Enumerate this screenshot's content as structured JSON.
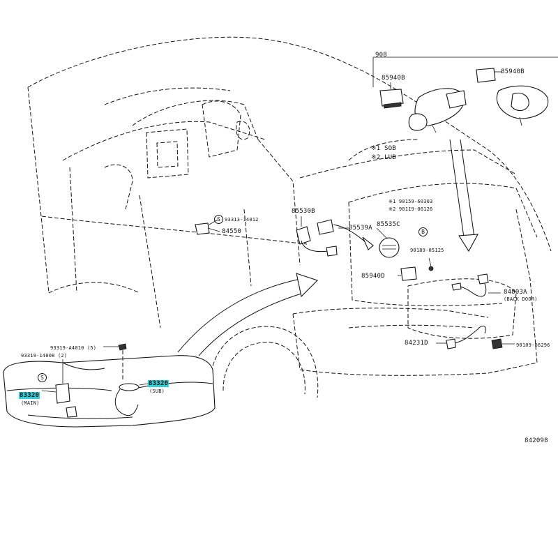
{
  "labels": {
    "group_908": "908",
    "p859408_left": "85940B",
    "p859408_right": "85940B",
    "note1": "※1 SOB",
    "note2": "※2 LUB",
    "p93313": "93313-14012",
    "p84550": "84550",
    "p85530": "85530B",
    "p85539": "85539A",
    "p85535": "85535C",
    "p90159": "※1 90159-60303",
    "p90119": "※2 90119-06126",
    "p90189": "90189-05125",
    "p85940d": "85940D",
    "p84803": "84803A",
    "p84803_note": "(BACK DOOR)",
    "p84231": "84231D",
    "p90109": "90109-06296",
    "p93319a": "93319-A4010 (5)",
    "p93319b": "93319-14008 (2)",
    "p83320_main": "83320",
    "p83320_main_note": "(MAIN)",
    "p83320_sub": "83320",
    "p83320_sub_note": "(SUB)",
    "ref_code": "842098"
  },
  "markers": {
    "s1": "S",
    "s2": "S",
    "b1": "B"
  },
  "colors": {
    "highlight": "#2fd0d8",
    "line": "#111111"
  }
}
